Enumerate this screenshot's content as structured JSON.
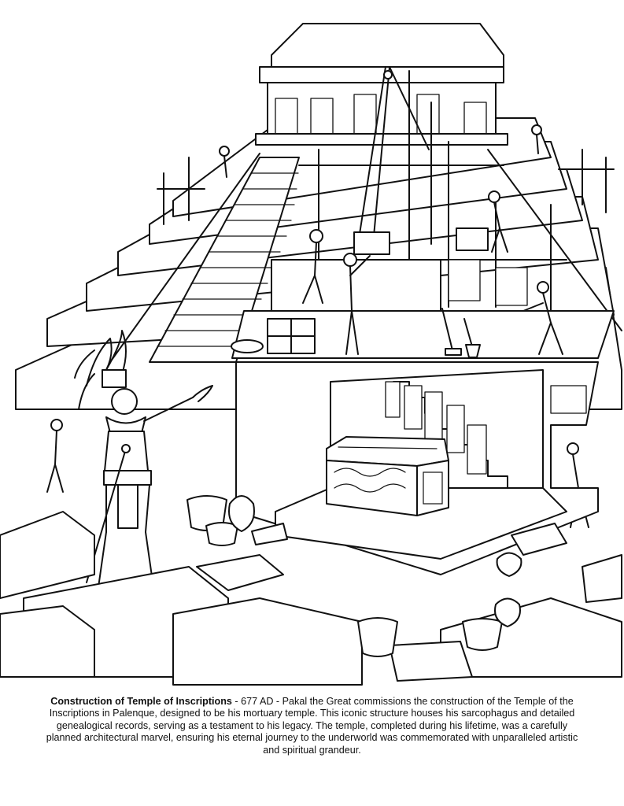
{
  "illustration": {
    "subject": "Temple of Inscriptions under construction, cutaway showing sarcophagus chamber",
    "style": "black-and-white line art coloring page",
    "elements": [
      "stepped-pyramid",
      "roof-temple",
      "scaffolding",
      "pulley-and-rope",
      "workers",
      "pakal-figure",
      "sarcophagus",
      "interior-staircase",
      "carved-glyph-panels",
      "stone-blocks",
      "baskets",
      "pots",
      "tools"
    ]
  },
  "caption": {
    "title": "Construction of Temple of Inscriptions",
    "separator1": " - ",
    "date": "677 AD",
    "separator2": " - ",
    "body": "Pakal the Great commissions the construction of the Temple of the Inscriptions in Palenque, designed to be his mortuary temple. This iconic structure houses his sarcophagus and detailed genealogical records, serving as a testament to his legacy. The temple, completed during his lifetime, was a carefully planned architectural marvel, ensuring his eternal journey to the underworld was commemorated with unparalleled artistic and spiritual grandeur."
  },
  "colors": {
    "background": "#ffffff",
    "ink": "#111111"
  }
}
